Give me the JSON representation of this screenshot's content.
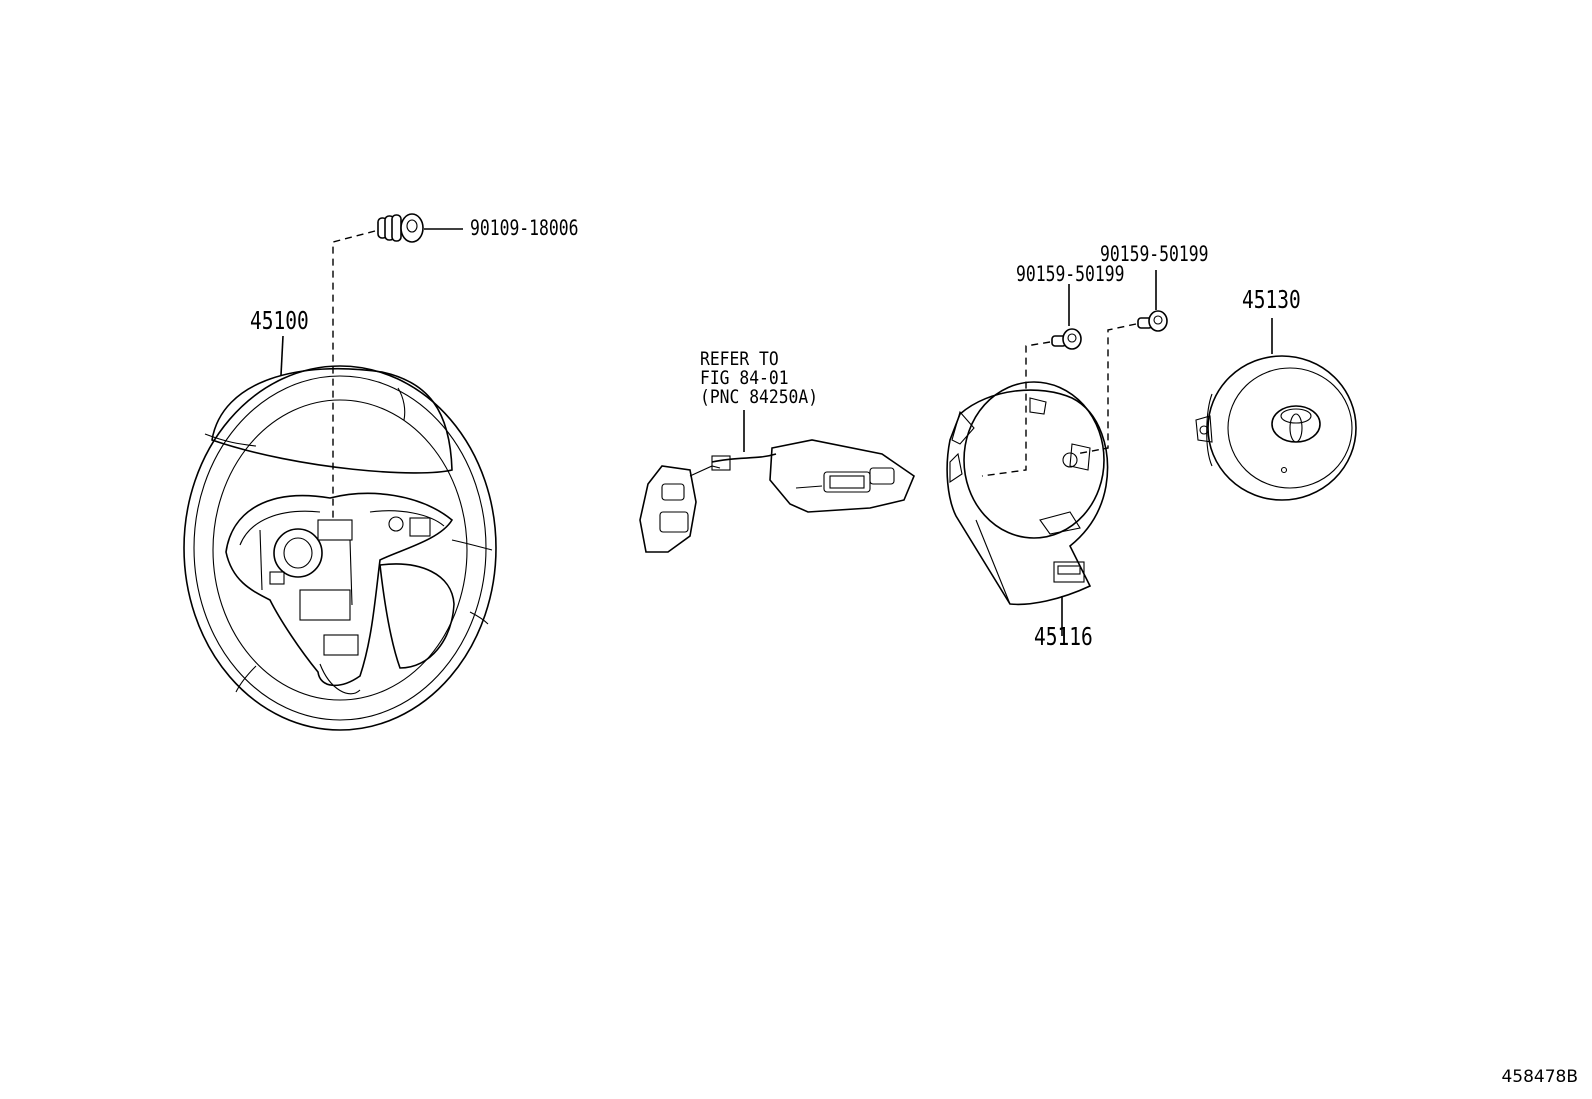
{
  "labels": {
    "steering_wheel": "45100",
    "bolt_top": "90109-18006",
    "screw_left": "90159-50199",
    "screw_right": "90159-50199",
    "airbag": "45130",
    "cover": "45116",
    "refer_line1": "REFER TO",
    "refer_line2": "FIG 84-01",
    "refer_line3": "(PNC 84250A)"
  },
  "figure_id": "458478B"
}
